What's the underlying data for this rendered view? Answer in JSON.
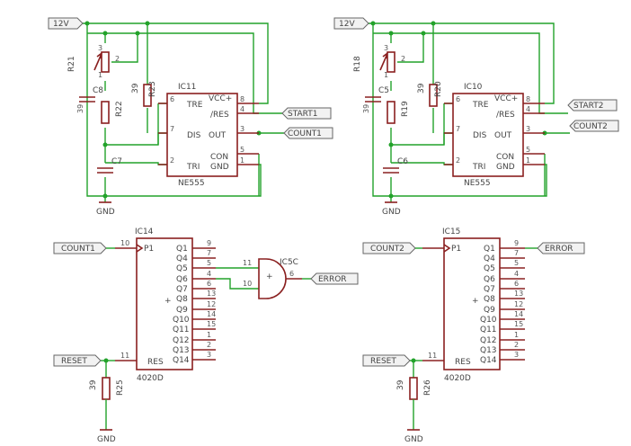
{
  "labels": {
    "v12": "12V",
    "gnd": "GND",
    "start1": "START1",
    "count1": "COUNT1",
    "start2": "START2",
    "count2": "COUNT2",
    "reset": "RESET",
    "error": "ERROR"
  },
  "parts": {
    "ic11": "IC11",
    "ic10": "IC10",
    "ic14": "IC14",
    "ic15": "IC15",
    "ic5c": "IC5C",
    "ne555": "NE555",
    "c4020d": "4020D",
    "r21": "R21",
    "r22": "R22",
    "r23": "R23",
    "r18": "R18",
    "r19": "R19",
    "r20": "R20",
    "r25": "R25",
    "r26": "R26",
    "c8": "C8",
    "c7": "C7",
    "c5": "C5",
    "c6": "C6",
    "v39": "39",
    "v1": "1",
    "v2": "2",
    "v3": "3"
  },
  "ne555_pins": {
    "tre": "TRE",
    "vcc": "VCC+",
    "res": "/RES",
    "dis": "DIS",
    "out": "OUT",
    "con": "CON",
    "tri": "TRI",
    "gnd": "GND",
    "n6": "6",
    "n8": "8",
    "n4": "4",
    "n7": "7",
    "n3": "3",
    "n5": "5",
    "n2": "2",
    "n1": "1"
  },
  "c4020_pins": {
    "p1": "P1",
    "res": "RES",
    "n10": "10",
    "n11": "11",
    "outputs": [
      "Q1",
      "Q4",
      "Q5",
      "Q6",
      "Q7",
      "Q8",
      "Q9",
      "Q10",
      "Q11",
      "Q12",
      "Q13",
      "Q14"
    ],
    "numbers": [
      "9",
      "7",
      "5",
      "4",
      "6",
      "13",
      "12",
      "14",
      "15",
      "1",
      "2",
      "3"
    ]
  },
  "gate_pins": {
    "a": "11",
    "b": "10",
    "y": "6"
  }
}
